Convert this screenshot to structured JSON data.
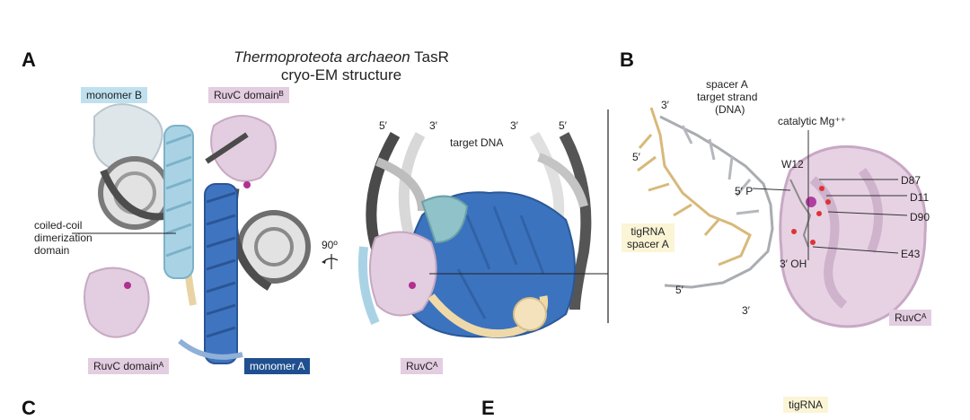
{
  "panel_A": {
    "letter": "A",
    "title_italic": "Thermoproteota archaeon",
    "title_rest": " TasR",
    "title_line2": "cryo-EM structure",
    "labels": {
      "monomer_b": "monomer B",
      "ruvc_domain_b": "RuvC domainᴮ",
      "coiled_coil_1": "coiled-coil",
      "coiled_coil_2": "dimerization",
      "coiled_coil_3": "domain",
      "ruvc_domain_a": "RuvC domainᴬ",
      "monomer_a": "monomer A",
      "rotation": "90º",
      "prime_5_left": "5′",
      "prime_3_left": "3′",
      "prime_3_right": "3′",
      "prime_5_right": "5′",
      "target_dna": "target DNA",
      "ruvc_a": "RuvCᴬ"
    },
    "colors": {
      "monomer_b": "#bfe0ee",
      "ruvc": "#e3cde0",
      "monomer_a": "#1f4f8f",
      "dna_dark": "#555555",
      "dna_light": "#e6e6e6",
      "rna": "#f0d9a8"
    }
  },
  "panel_B": {
    "letter": "B",
    "labels": {
      "spacer_1": "spacer A",
      "spacer_2": "target strand",
      "spacer_3": "(DNA)",
      "catalytic": "catalytic Mg⁺⁺",
      "prime_3_top": "3′",
      "prime_5_left": "5′",
      "w12": "W12",
      "five_p": "5′ P",
      "d87": "D87",
      "d11": "D11",
      "d90": "D90",
      "e43": "E43",
      "three_oh": "3′ OH",
      "tigrna_1": "tigRNA",
      "tigrna_2": "spacer A",
      "prime_5_bottom": "5′",
      "prime_3_bottom": "3′",
      "ruvc_a": "RuvCᴬ"
    },
    "colors": {
      "tigrna_bg": "#fbf5d6",
      "ruvc_bg": "#e3cde0"
    }
  },
  "panel_C": {
    "letter": "C"
  },
  "panel_E": {
    "letter": "E",
    "tigrna": "tigRNA"
  }
}
